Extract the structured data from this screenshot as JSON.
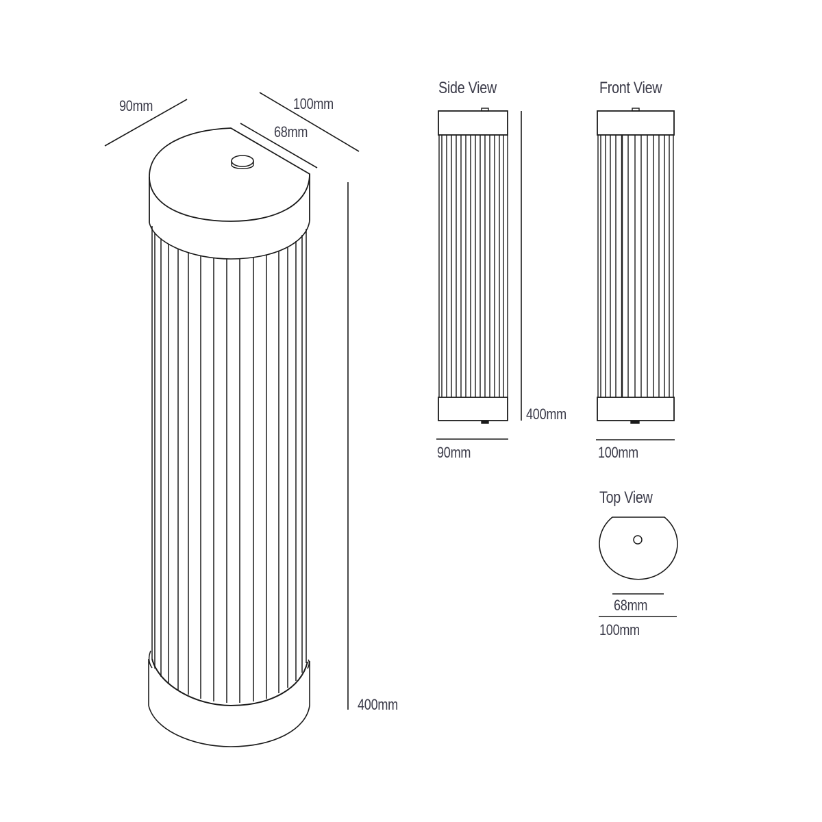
{
  "drawing": {
    "subject": "Fluted cylindrical wall light technical drawing",
    "line_color": "#1a1a1a",
    "text_color": "#3a3a48"
  },
  "iso_view": {
    "dim_depth": "90mm",
    "dim_width": "100mm",
    "dim_flat": "68mm",
    "dim_height": "400mm"
  },
  "side_view": {
    "title": "Side View",
    "dim_height": "400mm",
    "dim_width": "90mm"
  },
  "front_view": {
    "title": "Front View",
    "dim_width": "100mm"
  },
  "top_view": {
    "title": "Top View",
    "dim_flat": "68mm",
    "dim_width": "100mm"
  }
}
